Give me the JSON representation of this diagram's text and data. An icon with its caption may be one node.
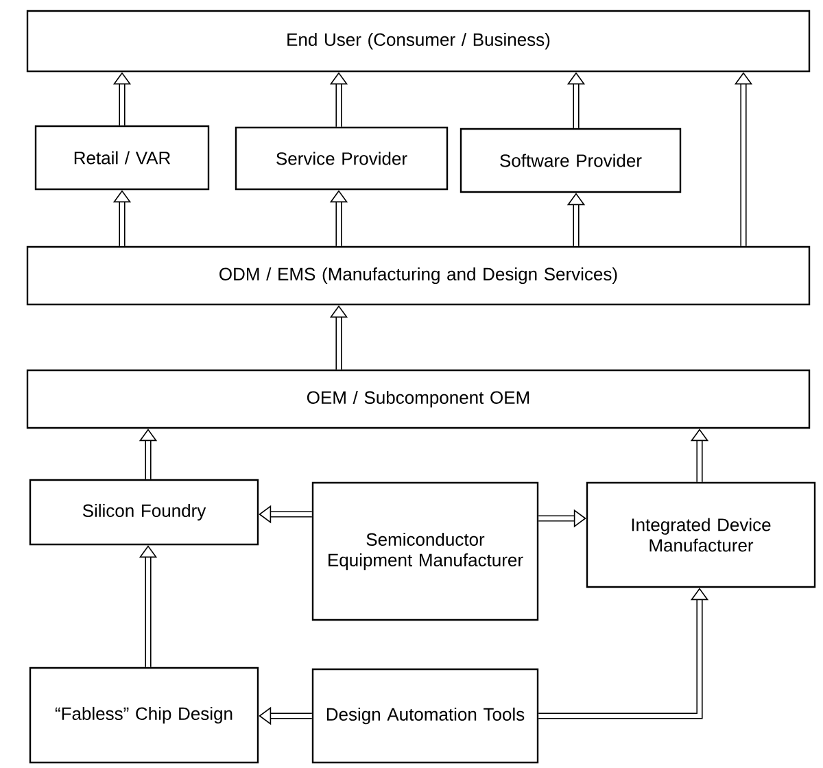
{
  "diagram": {
    "nodes": [
      {
        "text": [
          "End User (Consumer / Business)"
        ]
      },
      {
        "text": [
          "Retail / VAR"
        ]
      },
      {
        "text": [
          "Service Provider"
        ]
      },
      {
        "text": [
          "Software Provider"
        ]
      },
      {
        "text": [
          "ODM / EMS (Manufacturing and Design Services)"
        ]
      },
      {
        "text": [
          "OEM / Subcomponent OEM"
        ]
      },
      {
        "text": [
          "Silicon Foundry"
        ]
      },
      {
        "text": [
          "Semiconductor Equipment Manufacturer"
        ]
      },
      {
        "text": [
          "Integrated Device Manufacturer"
        ]
      },
      {
        "text": [
          "“Fabless” Chip Design"
        ]
      },
      {
        "text": [
          "Design Automation Tools"
        ]
      }
    ],
    "edges": [
      {
        "from": 1,
        "to": 0,
        "arrow": "to"
      },
      {
        "from": 2,
        "to": 0,
        "arrow": "to"
      },
      {
        "from": 3,
        "to": 0,
        "arrow": "to"
      },
      {
        "from": 4,
        "to": 1,
        "arrow": "to"
      },
      {
        "from": 4,
        "to": 2,
        "arrow": "to"
      },
      {
        "from": 4,
        "to": 3,
        "arrow": "to"
      },
      {
        "from": 4,
        "to": 0,
        "arrow": "to"
      },
      {
        "from": 5,
        "to": 4,
        "arrow": "to"
      },
      {
        "from": 6,
        "to": 5,
        "arrow": "to"
      },
      {
        "from": 8,
        "to": 5,
        "arrow": "to"
      },
      {
        "from": 7,
        "to": 6,
        "arrow": "to"
      },
      {
        "from": 7,
        "to": 8,
        "arrow": "to"
      },
      {
        "from": 9,
        "to": 6,
        "arrow": "to"
      },
      {
        "from": 10,
        "to": 9,
        "arrow": "to"
      },
      {
        "from": 10,
        "to": 8,
        "arrow": "to"
      }
    ]
  }
}
